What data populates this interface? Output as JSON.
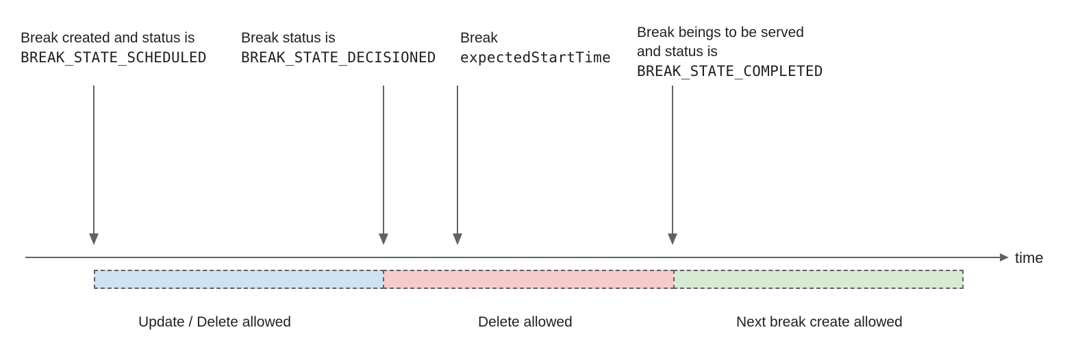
{
  "diagram": {
    "annotations": {
      "scheduled": {
        "line1": "Break created and status is",
        "code": "BREAK_STATE_SCHEDULED"
      },
      "decisioned": {
        "line1": "Break status is",
        "code": "BREAK_STATE_DECISIONED"
      },
      "expected_start": {
        "line1": "Break",
        "code": "expectedStartTime"
      },
      "completed": {
        "line1": "Break beings to be served",
        "line2": "and status is",
        "code": "BREAK_STATE_COMPLETED"
      }
    },
    "axis": {
      "label": "time"
    },
    "segments": {
      "update_delete": {
        "label": "Update / Delete allowed",
        "fill": "#cfe2f3"
      },
      "delete": {
        "label": "Delete allowed",
        "fill": "#f4cccc"
      },
      "next_create": {
        "label": "Next break create allowed",
        "fill": "#d9ead3"
      }
    },
    "colors": {
      "line": "#5f6368",
      "segment_border": "#616161",
      "text": "#1f1f1f"
    }
  }
}
